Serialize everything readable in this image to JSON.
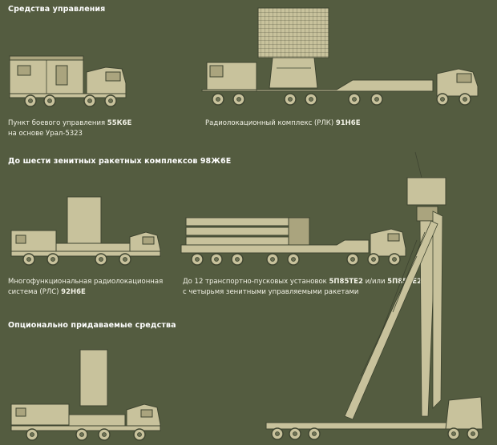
{
  "sections": {
    "control": "Средства управления",
    "complexes": "До шести зенитных ракетных комплексов 98Ж6Е",
    "optional": "Опционально придаваемые средства"
  },
  "captions": {
    "command_post": {
      "line1_prefix": "Пункт боевого управления ",
      "line1_code": "55К6Е",
      "line2": "на основе Урал-5323"
    },
    "radar_complex": {
      "prefix": "Радиолокационный комплекс (РЛК) ",
      "code": "91Н6Е"
    },
    "mfr": {
      "line1": "Многофункциональная радиолокационная",
      "line2_prefix": "система (РЛС) ",
      "line2_code": "92Н6Е"
    },
    "launchers": {
      "line1_prefix": "До 12 транспортно-пусковых установок ",
      "code1": "5П85ТЕ2",
      "mid": " и/или ",
      "code2": "5П85СЕ2",
      "line2": "с четырьмя зенитными управляемыми ракетами"
    }
  },
  "vehicles": [
    {
      "id": "command-post",
      "icon": "ural-truck-with-cabin-icon"
    },
    {
      "id": "radar-complex",
      "icon": "trailer-radar-icon"
    },
    {
      "id": "mfr-radar",
      "icon": "truck-radar-icon"
    },
    {
      "id": "launcher",
      "icon": "missile-launcher-icon"
    },
    {
      "id": "optional-radar",
      "icon": "truck-radar-icon"
    },
    {
      "id": "tower",
      "icon": "antenna-mast-icon"
    }
  ],
  "colors": {
    "background": "#545c40",
    "vehicle": "#c8c29c",
    "outline": "#3e4430",
    "text": "#ffffff"
  }
}
